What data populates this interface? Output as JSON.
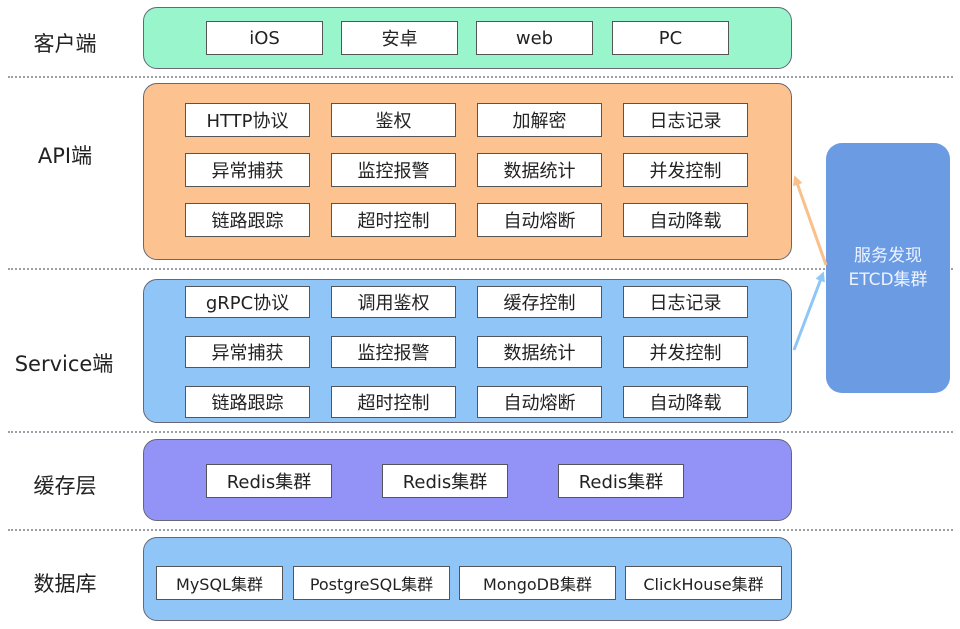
{
  "colors": {
    "client": "#98f5cc",
    "api": "#fcc390",
    "service": "#8fc6f7",
    "cache": "#9393f7",
    "database": "#8fc6f7",
    "etcd": "#6a9be3",
    "arrow_api": "#f9c08a",
    "arrow_service": "#8fc6f7"
  },
  "layers": {
    "client": {
      "label": "客户端",
      "items": [
        "iOS",
        "安卓",
        "web",
        "PC"
      ]
    },
    "api": {
      "label": "API端",
      "items": [
        "HTTP协议",
        "鉴权",
        "加解密",
        "日志记录",
        "异常捕获",
        "监控报警",
        "数据统计",
        "并发控制",
        "链路跟踪",
        "超时控制",
        "自动熔断",
        "自动降载"
      ]
    },
    "service": {
      "label": "Service端",
      "items": [
        "gRPC协议",
        "调用鉴权",
        "缓存控制",
        "日志记录",
        "异常捕获",
        "监控报警",
        "数据统计",
        "并发控制",
        "链路跟踪",
        "超时控制",
        "自动熔断",
        "自动降载"
      ]
    },
    "cache": {
      "label": "缓存层",
      "items": [
        "Redis集群",
        "Redis集群",
        "Redis集群"
      ]
    },
    "database": {
      "label": "数据库",
      "items": [
        "MySQL集群",
        "PostgreSQL集群",
        "MongoDB集群",
        "ClickHouse集群"
      ]
    }
  },
  "etcd": {
    "line1": "服务发现",
    "line2": "ETCD集群"
  }
}
